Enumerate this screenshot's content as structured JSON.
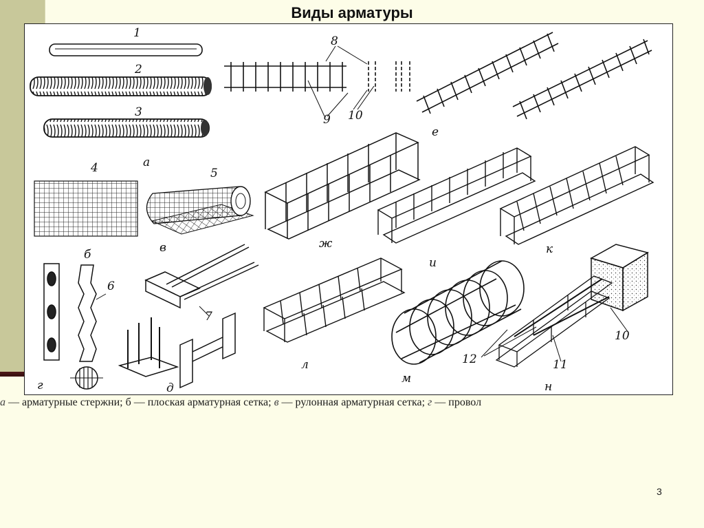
{
  "slide": {
    "title": "Виды арматуры",
    "page_number": "3"
  },
  "figure": {
    "labels": {
      "n1": "1",
      "n2": "2",
      "n3": "3",
      "a": "а",
      "n4": "4",
      "n5": "5",
      "v": "в",
      "n8": "8",
      "n9": "9",
      "n10a": "10",
      "e": "е",
      "zh": "ж",
      "i": "и",
      "k": "к",
      "b": "б",
      "n6": "6",
      "g": "г",
      "d": "д",
      "n7": "7",
      "l": "л",
      "m": "м",
      "n": "н",
      "n10b": "10",
      "n11": "11",
      "n12": "12"
    }
  },
  "caption": {
    "a_letter": "а",
    "a_text": " — арматурные стержни; б — плоская арматурная сетка; ",
    "v_letter": "в",
    "v_text": " — рулонная арматурная сетка; ",
    "g_letter": "г",
    "g_text": " — провол"
  }
}
